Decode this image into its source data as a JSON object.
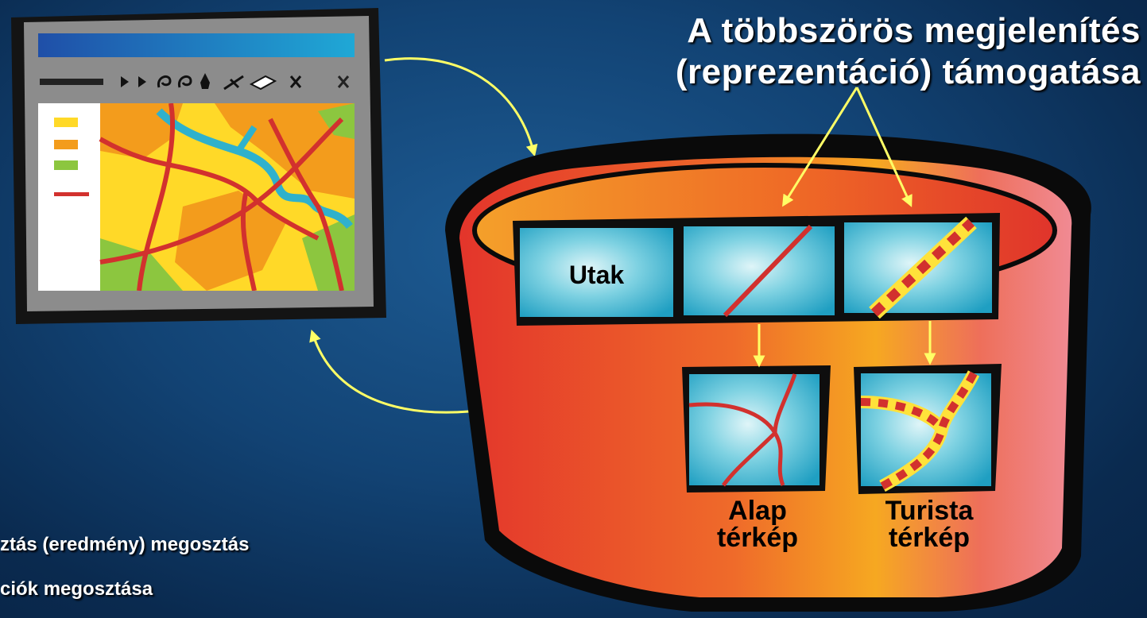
{
  "title": {
    "line1": "A többszörös megjelenítés",
    "line2": "(reprezentáció) támogatása"
  },
  "bullets": [
    "ztás (eredmény) megosztás",
    "ciók megosztása"
  ],
  "database": {
    "row_label": "Utak",
    "maps": [
      {
        "line1": "Alap",
        "line2": "térkép"
      },
      {
        "line1": "Turista",
        "line2": "térkép"
      }
    ]
  },
  "colors": {
    "arrow": "#ffff66",
    "road": "#d2312e",
    "road_dash": "#ffe23a",
    "water": "#2fb1cc",
    "cylinder_left": "#e6372a",
    "cylinder_mid": "#f6a821",
    "cylinder_right": "#ef7a86"
  },
  "icons": [
    "map-window-icon",
    "arrow-pointer-icon",
    "lasso-icon",
    "pen-icon",
    "eraser-icon",
    "close-icon"
  ]
}
